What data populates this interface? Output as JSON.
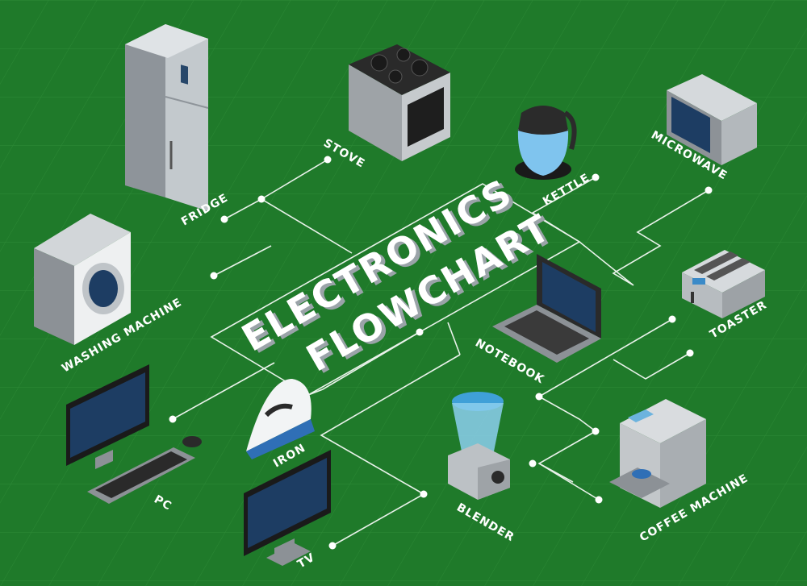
{
  "title": {
    "line1": "ELECTRONICS",
    "line2": "FLOWCHART"
  },
  "colors": {
    "background": "#1f7a2a",
    "grid": "#2d8a36",
    "lines": "#e9f2ea"
  },
  "appliances": [
    {
      "name": "fridge",
      "label": "FRIDGE",
      "icon": "fridge-icon"
    },
    {
      "name": "stove",
      "label": "STOVE",
      "icon": "stove-icon"
    },
    {
      "name": "kettle",
      "label": "KETTLE",
      "icon": "kettle-icon"
    },
    {
      "name": "microwave",
      "label": "MICROWAVE",
      "icon": "microwave-icon"
    },
    {
      "name": "washing-machine",
      "label": "WASHING MACHINE",
      "icon": "washing-machine-icon"
    },
    {
      "name": "toaster",
      "label": "TOASTER",
      "icon": "toaster-icon"
    },
    {
      "name": "notebook",
      "label": "NOTEBOOK",
      "icon": "laptop-icon"
    },
    {
      "name": "pc",
      "label": "PC",
      "icon": "desktop-computer-icon"
    },
    {
      "name": "iron",
      "label": "IRON",
      "icon": "iron-icon"
    },
    {
      "name": "blender",
      "label": "BLENDER",
      "icon": "blender-icon"
    },
    {
      "name": "coffee-machine",
      "label": "COFFEE MACHINE",
      "icon": "coffee-machine-icon"
    },
    {
      "name": "tv",
      "label": "TV",
      "icon": "tv-icon"
    }
  ]
}
